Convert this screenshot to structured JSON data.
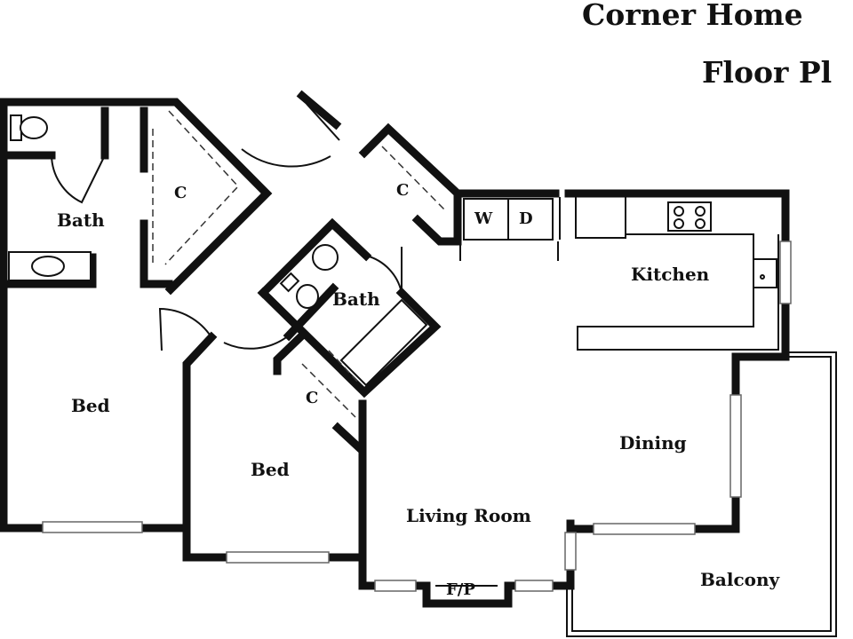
{
  "title": {
    "line1": "Corner Home",
    "line2": "Floor Pl"
  },
  "rooms": {
    "bath_left": "Bath",
    "closet_left": "C",
    "closet_hall": "C",
    "washer": "W",
    "dryer": "D",
    "kitchen": "Kitchen",
    "bath_center": "Bath",
    "closet_center": "C",
    "bed_left": "Bed",
    "bed_center": "Bed",
    "dining": "Dining",
    "living_room": "Living Room",
    "fireplace": "F/P",
    "balcony": "Balcony"
  },
  "colors": {
    "wall": "#111111",
    "background": "#ffffff"
  }
}
